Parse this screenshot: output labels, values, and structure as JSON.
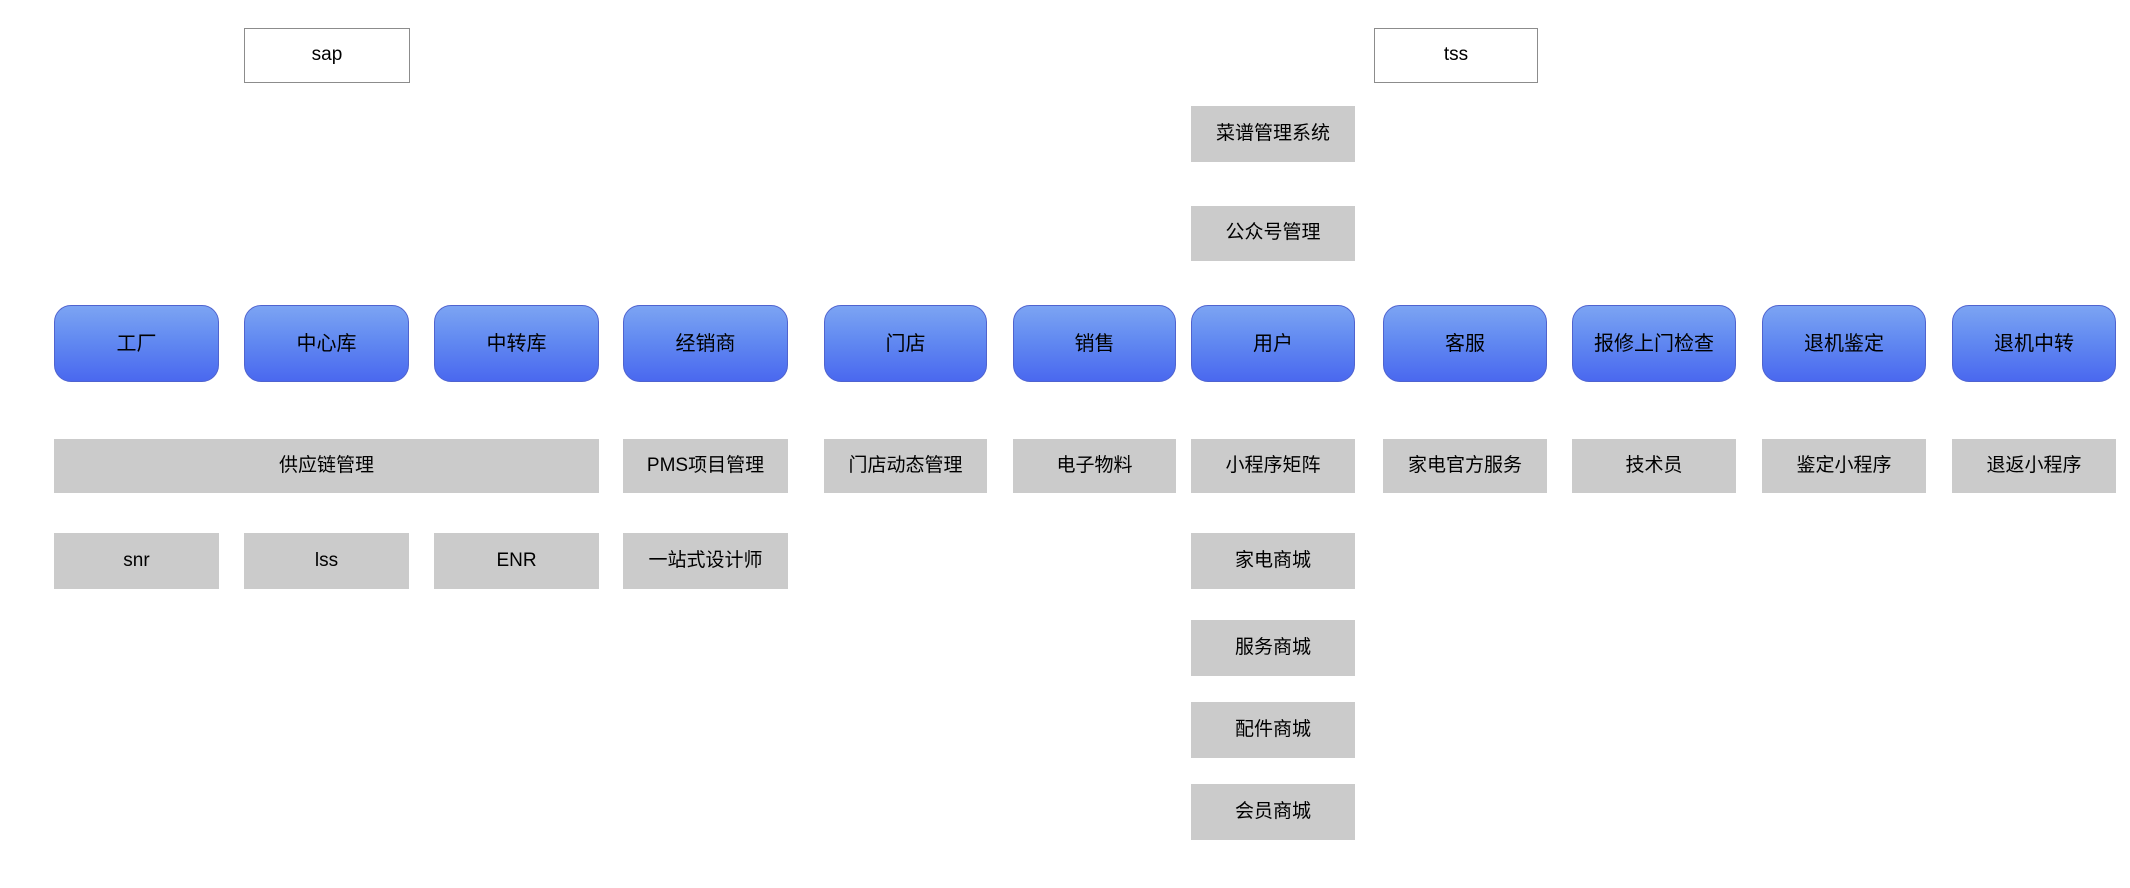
{
  "diagram": {
    "colors": {
      "background": "#ffffff",
      "role_gradient_top": "#7ca4f3",
      "role_gradient_bottom": "#4a68ef",
      "role_border": "#4f63cf",
      "module_gray": "#cbcbcb",
      "external_border": "#8c8c8c",
      "text": "#000000"
    },
    "external_systems": {
      "sap": "sap",
      "tss": "tss"
    },
    "user_top_modules": {
      "recipe_management_system": "菜谱管理系统",
      "official_account_management": "公众号管理"
    },
    "roles": {
      "factory": "工厂",
      "central_warehouse": "中心库",
      "transfer_warehouse": "中转库",
      "distributor": "经销商",
      "store": "门店",
      "sales": "销售",
      "user": "用户",
      "customer_service": "客服",
      "onsite_repair_inspection": "报修上门检查",
      "return_appraisal": "退机鉴定",
      "return_transfer": "退机中转"
    },
    "systems_row1": {
      "supply_chain_management": "供应链管理",
      "pms_project_management": "PMS项目管理",
      "store_dynamic_management": "门店动态管理",
      "electronic_materials": "电子物料",
      "miniprogram_matrix": "小程序矩阵",
      "appliance_official_service": "家电官方服务",
      "technician": "技术员",
      "appraisal_miniprogram": "鉴定小程序",
      "return_miniprogram": "退返小程序"
    },
    "systems_row2": {
      "snr": "snr",
      "lss": "lss",
      "enr": "ENR",
      "one_stop_designer": "一站式设计师",
      "appliance_mall": "家电商城"
    },
    "user_bottom_modules": {
      "service_mall": "服务商城",
      "parts_mall": "配件商城",
      "member_mall": "会员商城"
    }
  }
}
